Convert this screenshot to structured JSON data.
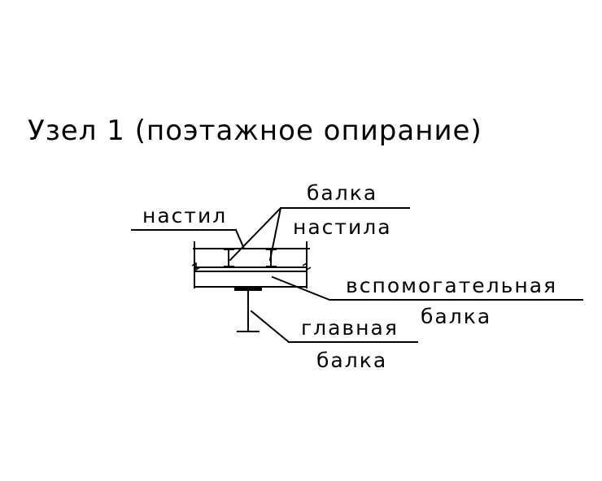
{
  "title": "Узел 1 (поэтажное опирание)",
  "labels": {
    "deck": "настил",
    "deck_beam_line1": "балка",
    "deck_beam_line2": "настила",
    "secondary_beam_line1": "вспомогательная",
    "secondary_beam_line2": "балка",
    "main_beam_line1": "главная",
    "main_beam_line2": "балка"
  }
}
